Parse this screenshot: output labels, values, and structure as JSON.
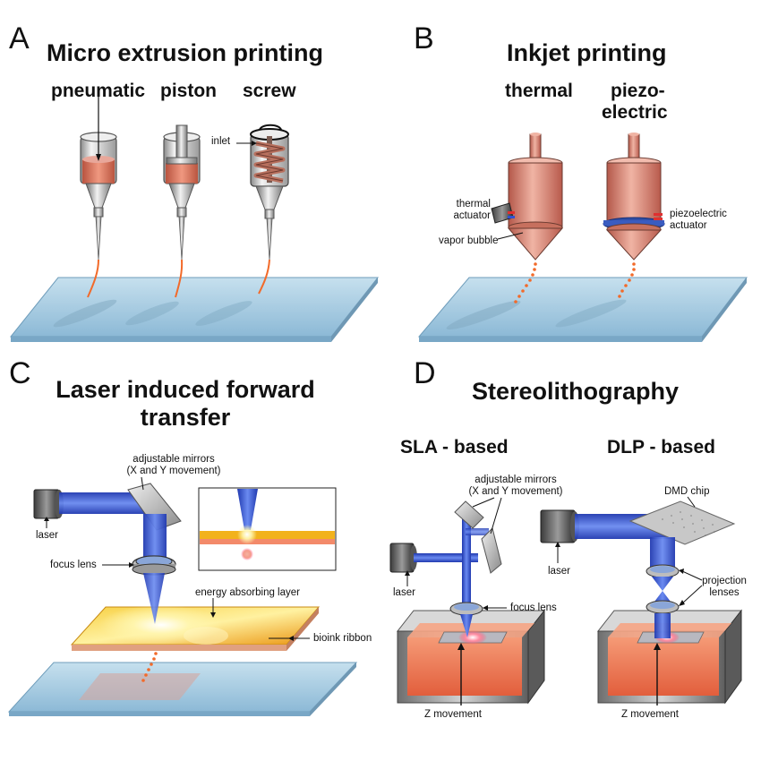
{
  "panels": {
    "a": {
      "letter": "A",
      "title": "Micro extrusion printing",
      "methods": {
        "pneumatic": "pneumatic",
        "piston": "piston",
        "screw": "screw"
      },
      "labels": {
        "inlet": "inlet"
      }
    },
    "b": {
      "letter": "B",
      "title": "Inkjet printing",
      "methods": {
        "thermal": "thermal",
        "piezo_line1": "piezo-",
        "piezo_line2": "electric"
      },
      "labels": {
        "thermal_actuator_l1": "thermal",
        "thermal_actuator_l2": "actuator",
        "vapor_bubble": "vapor bubble",
        "piezo_actuator_l1": "piezoelectric",
        "piezo_actuator_l2": "actuator"
      }
    },
    "c": {
      "letter": "C",
      "title_line1": "Laser induced forward",
      "title_line2": "transfer",
      "labels": {
        "mirrors_l1": "adjustable mirrors",
        "mirrors_l2": "(X and Y movement)",
        "laser": "laser",
        "focus_lens": "focus lens",
        "energy_layer": "energy absorbing layer",
        "bioink_ribbon": "bioink ribbon"
      }
    },
    "d": {
      "letter": "D",
      "title": "Stereolithography",
      "methods": {
        "sla": "SLA - based",
        "dlp": "DLP - based"
      },
      "labels": {
        "mirrors_l1": "adjustable mirrors",
        "mirrors_l2": "(X and Y movement)",
        "laser_sla": "laser",
        "focus_lens": "focus lens",
        "z_sla": "Z movement",
        "dmd_chip": "DMD chip",
        "laser_dlp": "laser",
        "projection_l1": "projection",
        "projection_l2": "lenses",
        "z_dlp": "Z movement"
      }
    }
  },
  "colors": {
    "glass": "#a9cde2",
    "bioink": "#d9705a",
    "laser_beam": "#2f4fc8",
    "vat_resin": "#f07a58",
    "ribbon_gold": "#f2b21c"
  }
}
